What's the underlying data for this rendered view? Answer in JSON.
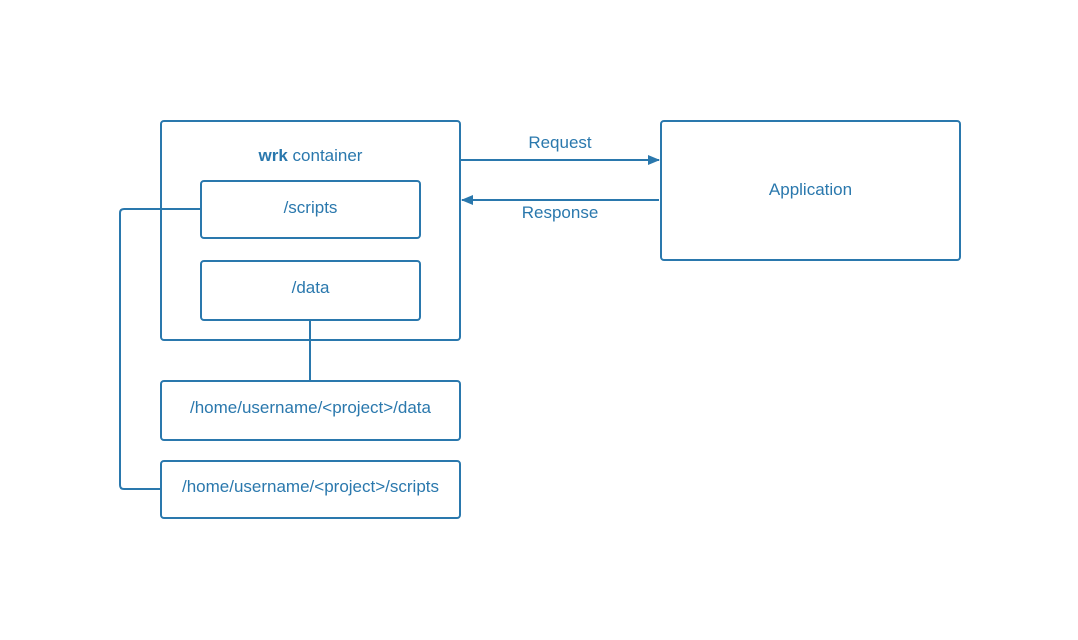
{
  "diagram": {
    "container": {
      "title_bold": "wrk",
      "title_rest": " container"
    },
    "mounts": {
      "scripts": "/scripts",
      "data": "/data"
    },
    "host_paths": {
      "data": "/home/username/<project>/data",
      "scripts": "/home/username/<project>/scripts"
    },
    "application": "Application",
    "arrows": {
      "request": "Request",
      "response": "Response"
    }
  },
  "colors": {
    "stroke": "#2a78ad",
    "text": "#2a78ad",
    "background": "#ffffff"
  }
}
